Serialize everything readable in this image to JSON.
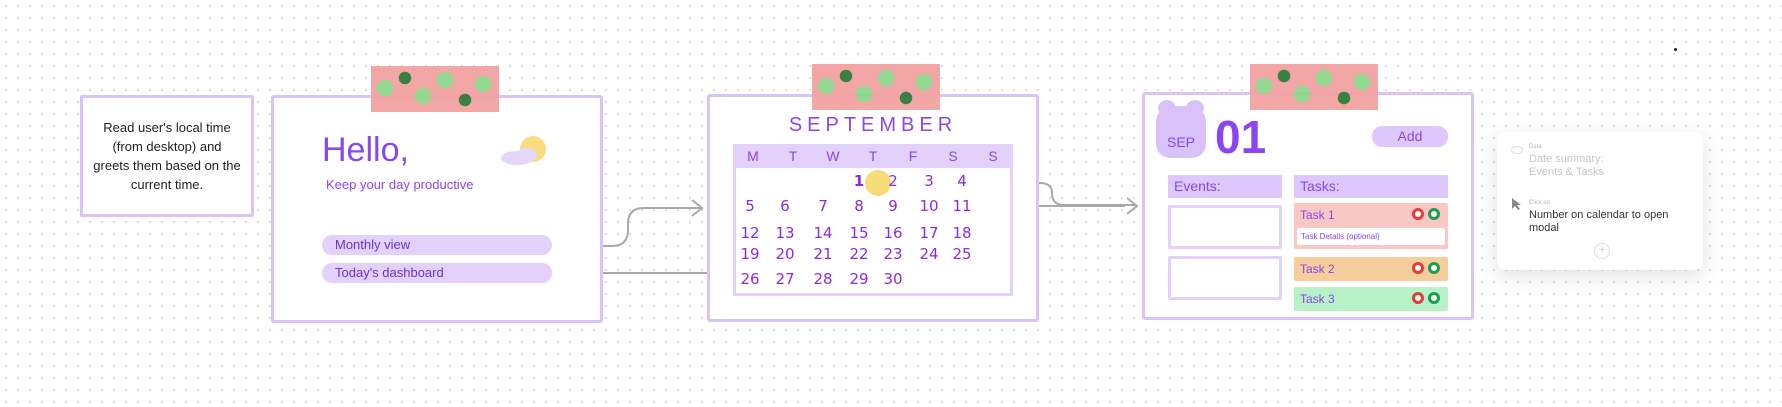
{
  "note": {
    "text": "Read user's local time (from desktop) and greets them based on the current time."
  },
  "greeting": {
    "title": "Hello,",
    "subtitle": "Keep your day productive",
    "buttons": [
      "Monthly view",
      "Today's dashboard"
    ]
  },
  "calendar": {
    "month": "SEPTEMBER",
    "weekdays": [
      "M",
      "T",
      "W",
      "T",
      "F",
      "S",
      "S"
    ],
    "weeks": [
      [
        "",
        "",
        "",
        "1",
        "2",
        "3",
        "4"
      ],
      [
        "5",
        "6",
        "7",
        "8",
        "9",
        "10",
        "11"
      ],
      [
        "12",
        "13",
        "14",
        "15",
        "16",
        "17",
        "18"
      ],
      [
        "19",
        "20",
        "21",
        "22",
        "23",
        "24",
        "25"
      ],
      [
        "26",
        "27",
        "28",
        "29",
        "30",
        "",
        ""
      ]
    ],
    "today": "1"
  },
  "dashboard": {
    "month": "SEP",
    "day": "01",
    "add_label": "Add",
    "events_label": "Events:",
    "tasks_label": "Tasks:",
    "tasks": [
      {
        "label": "Task 1",
        "color": "#f9c8c4",
        "details": "Task Details (optional)"
      },
      {
        "label": "Task 2",
        "color": "#f7cd9b"
      },
      {
        "label": "Task 3",
        "color": "#b6f1c8"
      }
    ]
  },
  "comment_panel": {
    "items": [
      {
        "tag": "Data",
        "text": "Date summary:\nEvents & Tasks",
        "faded": true
      },
      {
        "tag": "Click on",
        "text": "Number on calendar to open modal",
        "faded": false
      }
    ],
    "add": "+"
  },
  "colors": {
    "accent": "#8a47f0",
    "frame": "#d9c4f7",
    "pill": "#e3d0fb",
    "today": "#f8dc7c"
  }
}
